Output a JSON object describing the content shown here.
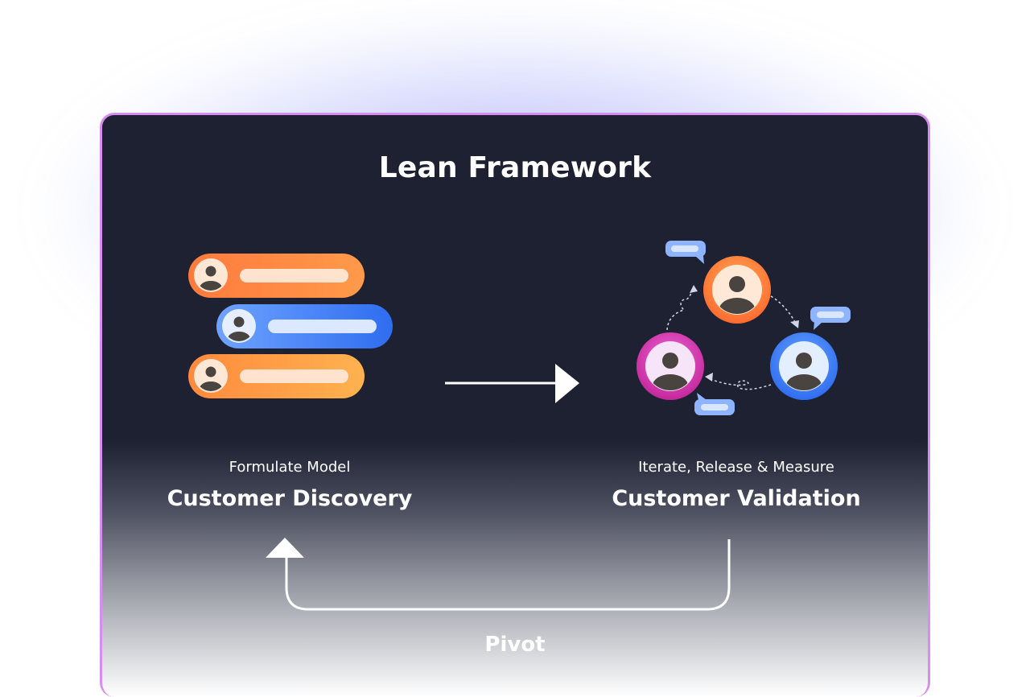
{
  "title": "Lean Framework",
  "left": {
    "subtitle": "Formulate Model",
    "heading": "Customer Discovery"
  },
  "right": {
    "subtitle": "Iterate, Release & Measure",
    "heading": "Customer Validation"
  },
  "loop_label": "Pivot",
  "colors": {
    "card_background": "#1e2132",
    "card_border": "#d78cf0",
    "orange": "#ff7a3d",
    "blue": "#3b7bf6",
    "pink": "#e040b8",
    "arrow": "#ffffff"
  }
}
